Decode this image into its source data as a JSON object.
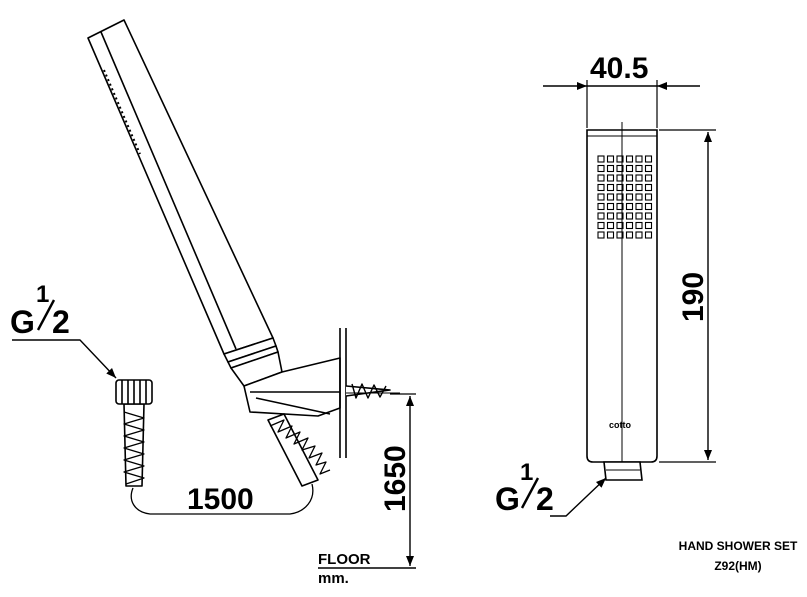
{
  "dimensions": {
    "hose_length": "1500",
    "mount_height": "1650",
    "head_width": "40.5",
    "head_length": "190"
  },
  "thread_left": {
    "prefix": "G",
    "numerator": "1",
    "denominator": "2"
  },
  "thread_right": {
    "prefix": "G",
    "numerator": "1",
    "denominator": "2"
  },
  "floor_label": "FLOOR",
  "unit_label": "mm.",
  "brand_logo": "cotto",
  "title": "HAND SHOWER SET",
  "model": "Z92(HM)"
}
